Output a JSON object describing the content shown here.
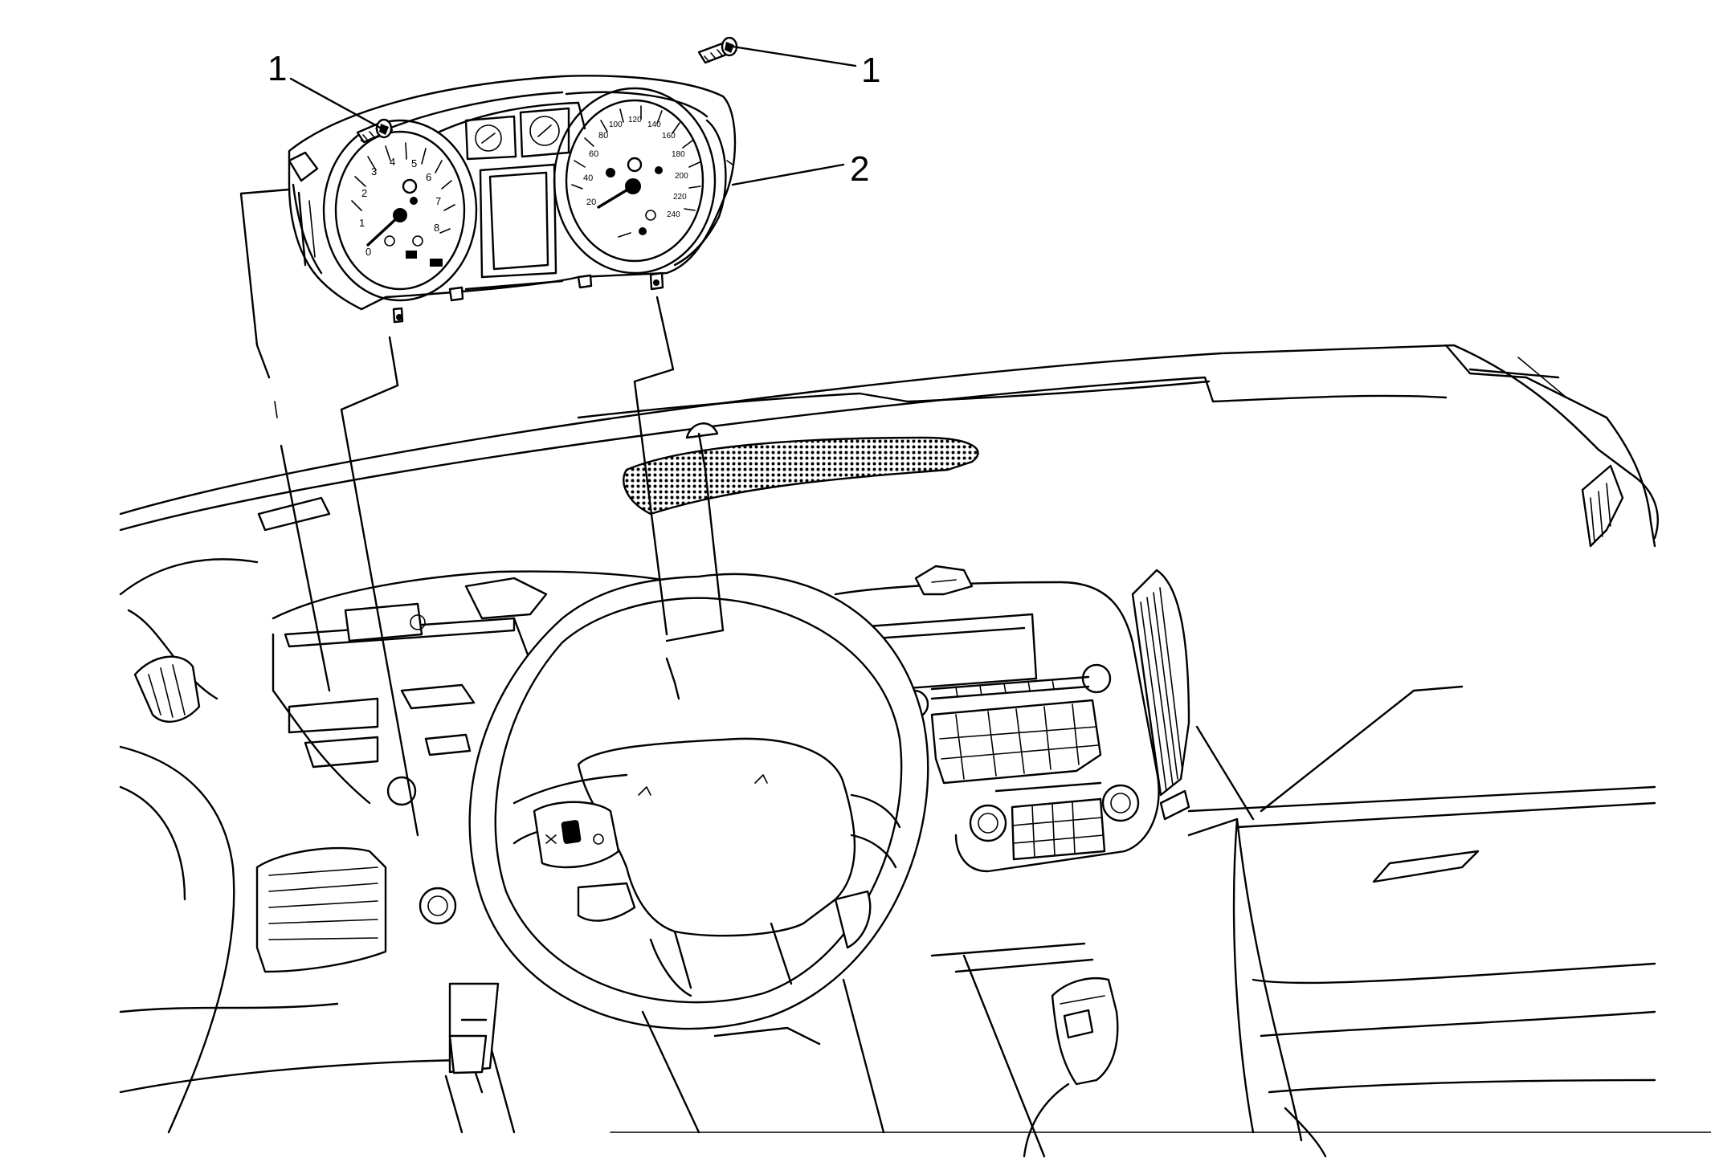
{
  "callouts": [
    {
      "label": "1"
    },
    {
      "label": "1"
    },
    {
      "label": "2"
    }
  ],
  "instrument_cluster": {
    "left_gauge_numbers": [
      "0",
      "1",
      "2",
      "3",
      "4",
      "5",
      "6",
      "7",
      "8"
    ],
    "right_gauge_numbers": [
      "20",
      "40",
      "60",
      "80",
      "100",
      "120",
      "140",
      "160",
      "180",
      "200",
      "220",
      "240"
    ]
  }
}
